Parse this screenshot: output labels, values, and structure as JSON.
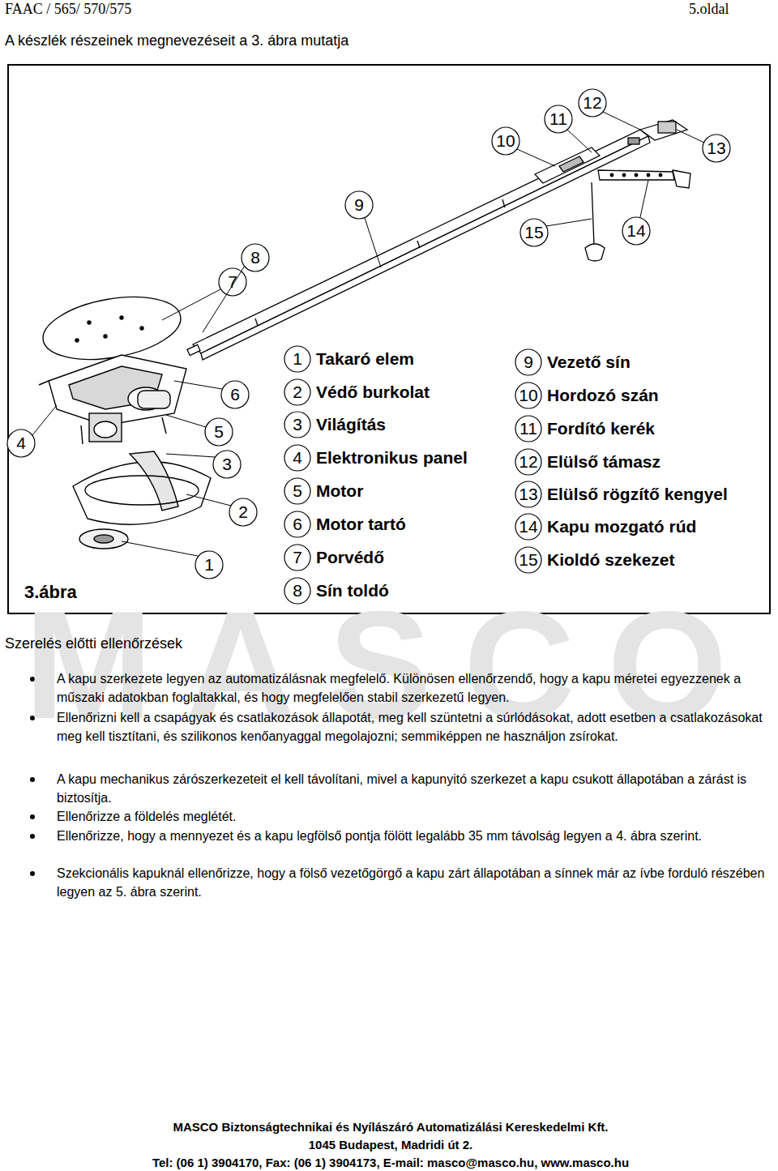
{
  "diagram": {
    "title": "A készlék részeinek megnevezéseit a 3. ábra mutatja",
    "labels": [
      "FAAC / 565/ 570/575",
      "5.oldal",
      "1",
      "2",
      "3",
      "4",
      "5",
      "6",
      "7",
      "8",
      "9",
      "10",
      "11",
      "12",
      "13",
      "14",
      "15",
      "3.ábra",
      "1",
      "Takaró elem",
      "2",
      "Védő burkolat",
      "3",
      "Világítás",
      "4",
      "Elektronikus panel",
      "5",
      "Motor",
      "6",
      "Motor tartó",
      "7",
      "Porvédő",
      "8",
      "Sín toldó",
      "9",
      "Vezető sín",
      "10",
      "Hordozó szán",
      "11",
      "Fordító kerék",
      "12",
      "Elülső támasz",
      "13",
      "Elülső rögzítő kengyel",
      "14",
      "Kapu mozgató rúd",
      "15",
      "Kioldó szekezet",
      "MASCO",
      "Szerelés előtti ellenőrzések",
      "A kapu szerkezete legyen az automatizálásnak megfelelő. Különösen ellenőrzendő, hogy a kapu méretei egyezzenek a műszaki adatokban foglaltakkal, és hogy megfelelően stabil szerkezetű legyen.",
      "Ellenőrizni kell a csapágyak és csatlakozások állapotát, meg kell szüntetni a súrlódásokat, adott esetben a csatlakozásokat meg kell tisztítani, és szilikonos kenőanyaggal megolajozni; semmiképpen ne használjon zsírokat.",
      "A kapu mechanikus zárószerkezeteit el kell távolítani, mivel a kapunyitó szerkezet a kapu csukott állapotában a zárást is biztosítja.",
      "Ellenőrizze a földelés meglétét.",
      "Ellenőrizze, hogy a mennyezet és a kapu legfölső pontja fölött legalább 35 mm távolság legyen a 4. ábra szerint.",
      "Szekcionális kapuknál ellenőrizze, hogy a fölső vezetőgörgő a kapu zárt állapotában a sínnek már az ívbe forduló részében legyen az 5. ábra szerint.",
      "MASCO Biztonságtechnikai és Nyílászáró Automatizálási Kereskedelmi Kft.",
      "1045 Budapest, Madridi út 2.",
      "Tel: (06 1) 3904170, Fax: (06 1) 3904173, E-mail: masco@masco.hu, www.masco.hu"
    ]
  }
}
